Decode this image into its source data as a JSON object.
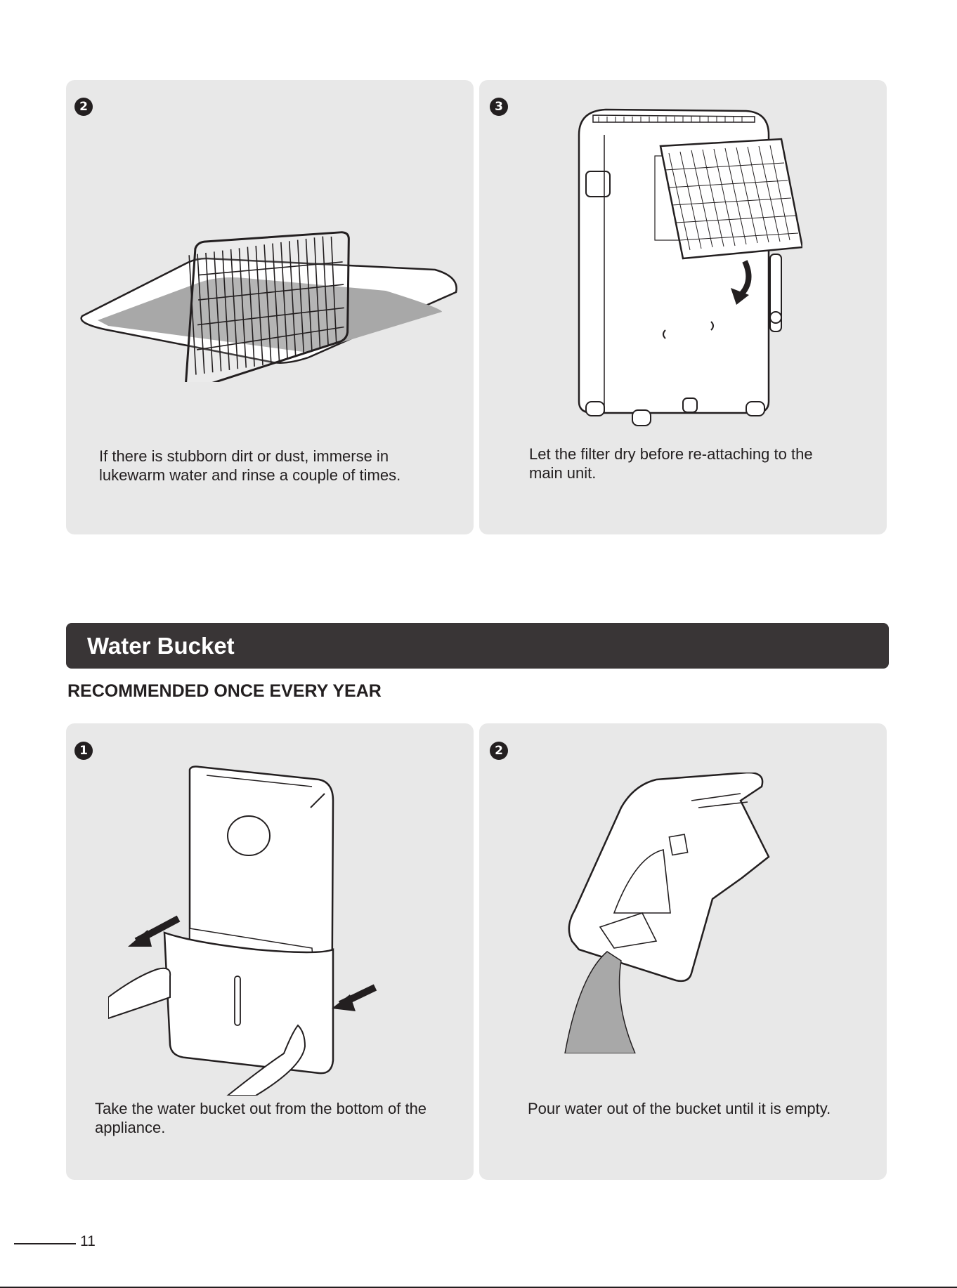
{
  "top_steps": [
    {
      "number": "2",
      "caption": "If there is stubborn dirt or dust, immerse in lukewarm water and rinse a couple of times.",
      "illustration_icon": "filter-soaking-in-water-icon"
    },
    {
      "number": "3",
      "caption": "Let the filter dry before re-attaching to the main unit.",
      "illustration_icon": "reattach-filter-to-unit-icon"
    }
  ],
  "section": {
    "title": "Water Bucket",
    "subtitle": "RECOMMENDED ONCE EVERY YEAR"
  },
  "bottom_steps": [
    {
      "number": "1",
      "caption": "Take the water bucket out from the bottom of the appliance.",
      "illustration_icon": "remove-water-bucket-icon"
    },
    {
      "number": "2",
      "caption": "Pour water out of the bucket until it is empty.",
      "illustration_icon": "pour-water-from-bucket-icon"
    }
  ],
  "footer": {
    "page_number": "11"
  },
  "colors": {
    "card_bg": "#e8e8e8",
    "section_bar": "#393536",
    "text": "#231f20",
    "water": "#a8a8a8"
  }
}
